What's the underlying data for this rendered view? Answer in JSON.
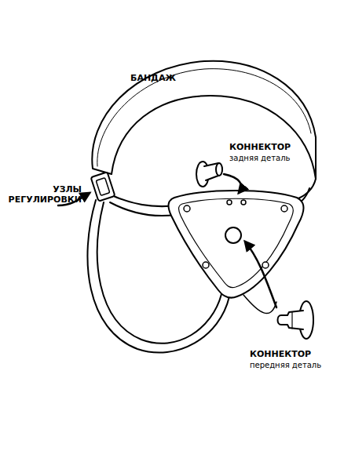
{
  "diagram": {
    "labels": [
      "БАНДАЖ",
      "КОННЕКТОР",
      "задняя деталь",
      "УЗЛЫ РЕГУЛИРОВКИ",
      "КОННЕКТОР",
      "передняя деталь"
    ]
  }
}
